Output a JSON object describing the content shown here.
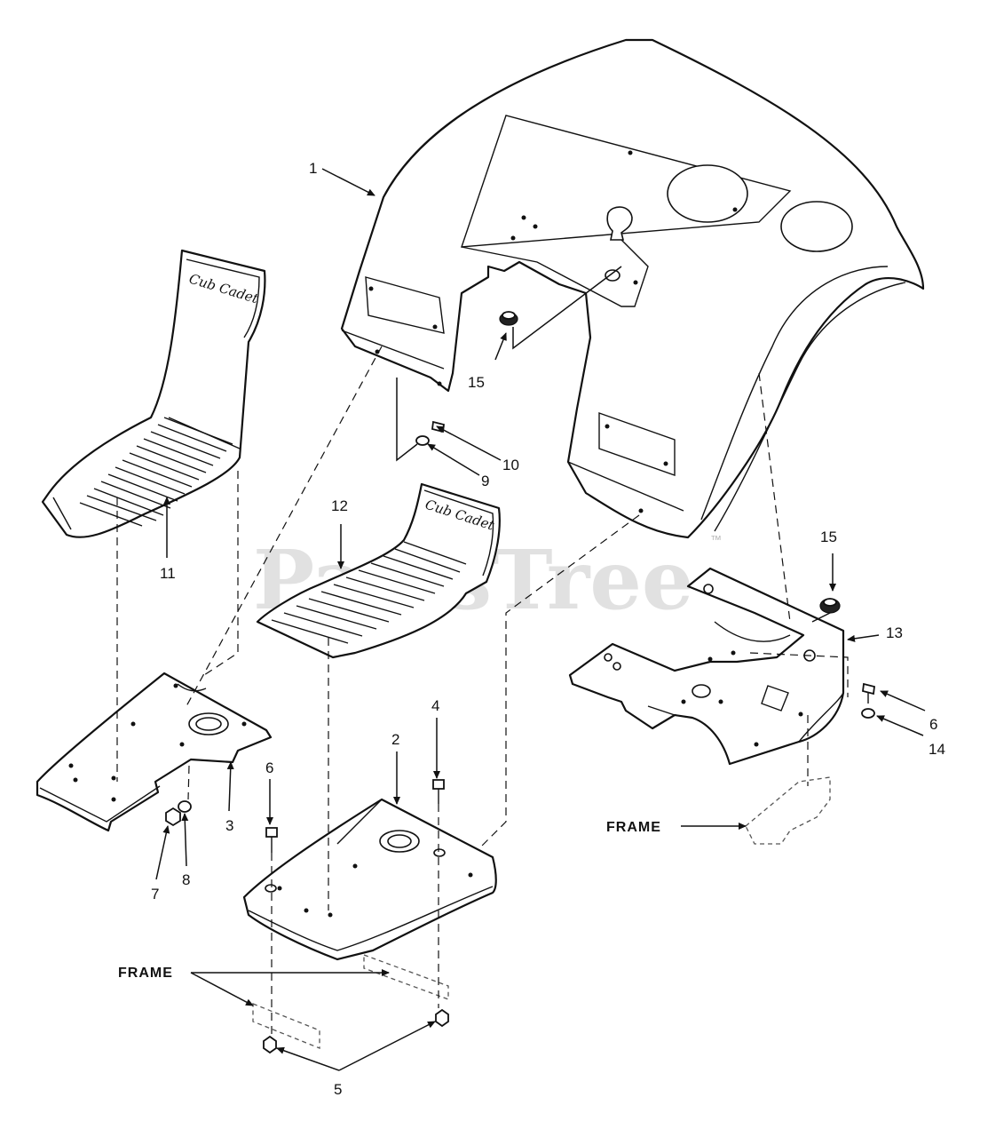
{
  "watermark": {
    "text": "PartsTree",
    "trademark": "™"
  },
  "brand_label": "Cub Cadet",
  "callouts": {
    "c1": "1",
    "c2": "2",
    "c3": "3",
    "c4": "4",
    "c5": "5",
    "c6a": "6",
    "c6b": "6",
    "c7": "7",
    "c8": "8",
    "c9": "9",
    "c10": "10",
    "c11": "11",
    "c12": "12",
    "c13": "13",
    "c14": "14",
    "c15a": "15",
    "c15b": "15"
  },
  "frame_labels": {
    "left": "FRAME",
    "right": "FRAME"
  }
}
